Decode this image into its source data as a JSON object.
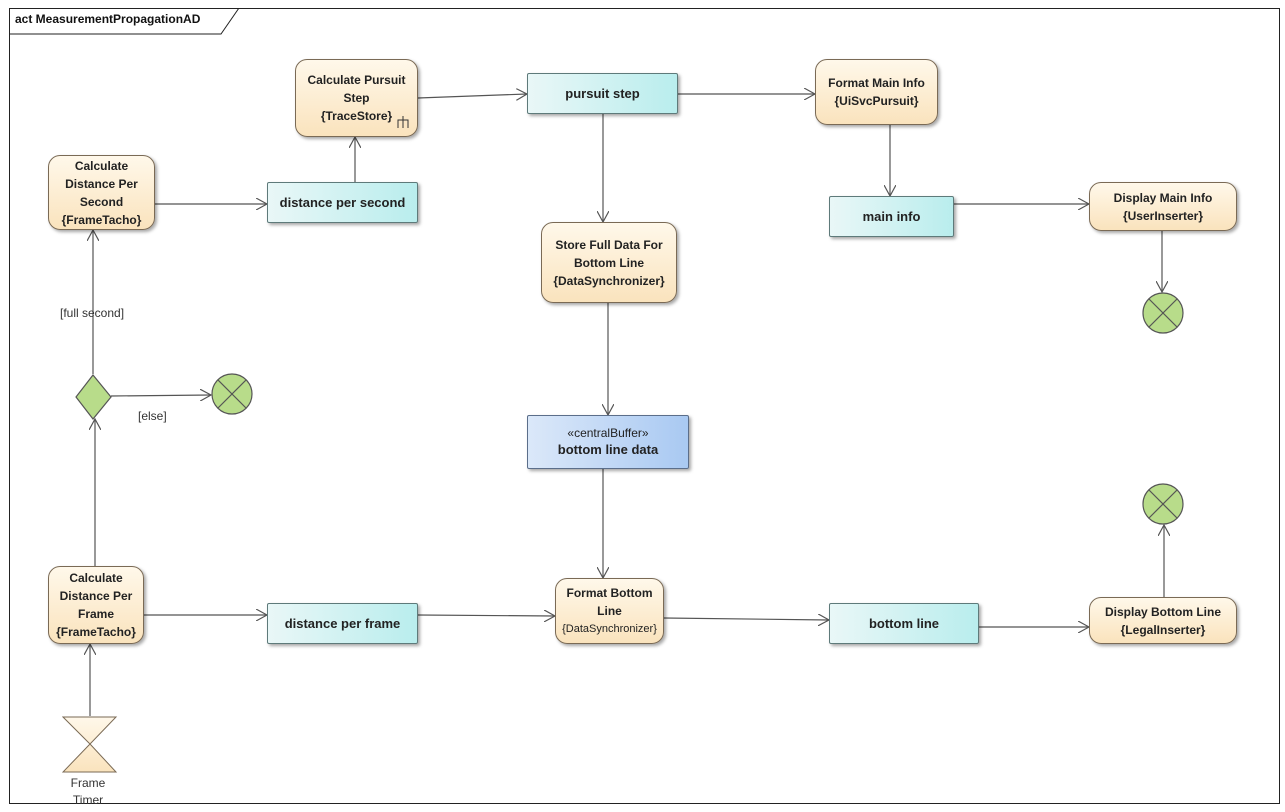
{
  "diagram": {
    "frame_title": "act MeasurementPropagationAD",
    "nodes": {
      "calc_pursuit_step": {
        "line1": "Calculate Pursuit",
        "line2": "Step",
        "line3": "{TraceStore}"
      },
      "pursuit_step": {
        "label": "pursuit step"
      },
      "format_main_info": {
        "line1": "Format Main Info",
        "line2": "{UiSvcPursuit}"
      },
      "calc_distance_per_second": {
        "line1": "Calculate",
        "line2": "Distance Per",
        "line3": "Second",
        "line4": "{FrameTacho}"
      },
      "distance_per_second": {
        "label": "distance per second"
      },
      "main_info": {
        "label": "main info"
      },
      "display_main_info": {
        "line1": "Display Main Info",
        "line2": "{UserInserter}"
      },
      "store_full_data": {
        "line1": "Store Full Data For",
        "line2": "Bottom Line",
        "line3": "{DataSynchronizer}"
      },
      "bottom_line_data": {
        "stereotype": "«centralBuffer»",
        "label": "bottom line data"
      },
      "calc_distance_per_frame": {
        "line1": "Calculate",
        "line2": "Distance Per",
        "line3": "Frame",
        "line4": "{FrameTacho}"
      },
      "distance_per_frame": {
        "label": "distance per frame"
      },
      "format_bottom_line": {
        "line1": "Format Bottom",
        "line2": "Line",
        "line3": "{DataSynchronizer}"
      },
      "bottom_line": {
        "label": "bottom line"
      },
      "display_bottom_line": {
        "line1": "Display Bottom Line",
        "line2": "{LegalInserter}"
      },
      "frame_timer": {
        "line1": "Frame",
        "line2": "Timer"
      }
    },
    "guards": {
      "full_second": "[full second]",
      "else": "[else]"
    },
    "colors": {
      "action_fill_top": "#fff8ea",
      "action_fill_bottom": "#fae3bd",
      "object_fill": "#b9eded",
      "buffer_fill": "#a9c9f2",
      "final_fill": "#b8dc8a",
      "decision_fill": "#b8dc8a",
      "edge": "#555555"
    }
  }
}
